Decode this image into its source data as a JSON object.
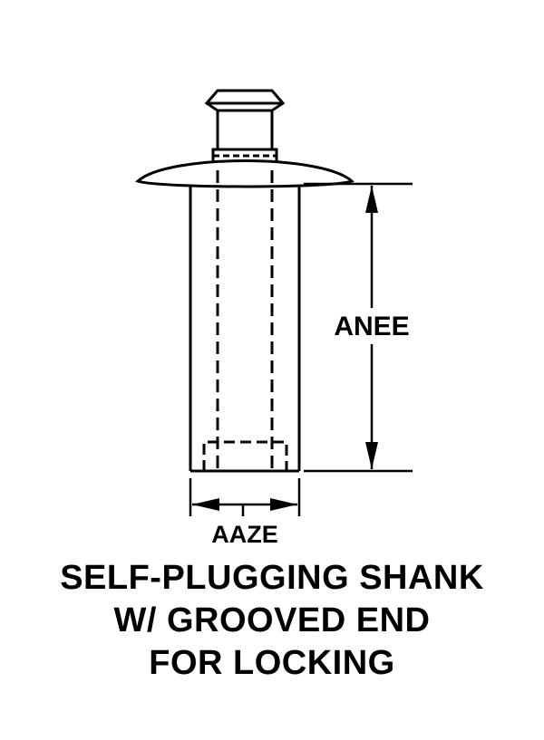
{
  "labels": {
    "length_dim": "ANEE",
    "diameter_dim": "AAZE"
  },
  "caption": {
    "line1": "SELF-PLUGGING SHANK",
    "line2": "W/ GROOVED END",
    "line3": "FOR LOCKING"
  },
  "colors": {
    "line": "#000000",
    "background": "#ffffff"
  }
}
